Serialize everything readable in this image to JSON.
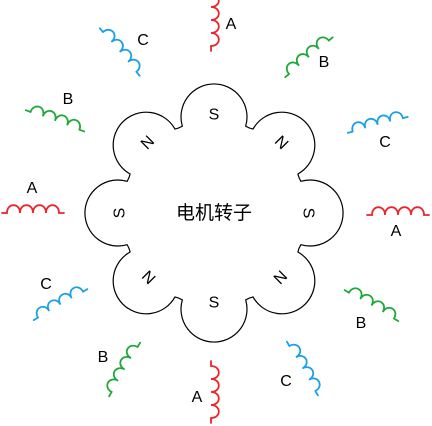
{
  "rotor": {
    "title": "电机转子",
    "poles": [
      "S",
      "N",
      "S",
      "N",
      "S",
      "N",
      "S",
      "N"
    ],
    "outline_color": "#000000"
  },
  "phases": {
    "A": {
      "label": "A",
      "color": "#e8262b"
    },
    "B": {
      "label": "B",
      "color": "#1fa83a"
    },
    "C": {
      "label": "C",
      "color": "#1aa0e6"
    }
  },
  "coils": [
    {
      "phase": "A",
      "position": "top"
    },
    {
      "phase": "B",
      "position": "top-right-upper"
    },
    {
      "phase": "C",
      "position": "top-right-lower"
    },
    {
      "phase": "A",
      "position": "right"
    },
    {
      "phase": "B",
      "position": "bottom-right-upper"
    },
    {
      "phase": "C",
      "position": "bottom-right-lower"
    },
    {
      "phase": "A",
      "position": "bottom"
    },
    {
      "phase": "B",
      "position": "bottom-left-lower"
    },
    {
      "phase": "C",
      "position": "bottom-left-upper"
    },
    {
      "phase": "A",
      "position": "left"
    },
    {
      "phase": "B",
      "position": "top-left-lower"
    },
    {
      "phase": "C",
      "position": "top-left-upper"
    }
  ]
}
